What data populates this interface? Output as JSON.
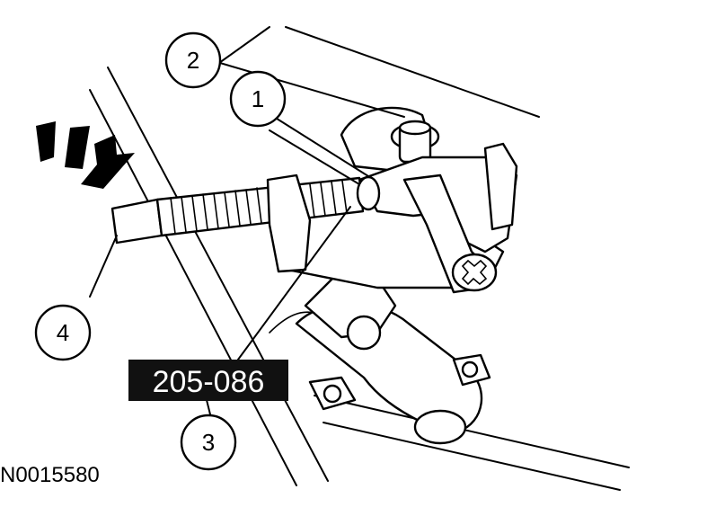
{
  "callouts": [
    {
      "id": "1",
      "label": "1"
    },
    {
      "id": "2",
      "label": "2"
    },
    {
      "id": "3",
      "label": "3"
    },
    {
      "id": "4",
      "label": "4"
    }
  ],
  "tool_label": "205-086",
  "figure_reference": "N0015580",
  "colors": {
    "ink": "#000000",
    "paper": "#ffffff",
    "label_bg": "#111111"
  },
  "icons": [
    "force-direction-arrows-icon"
  ]
}
